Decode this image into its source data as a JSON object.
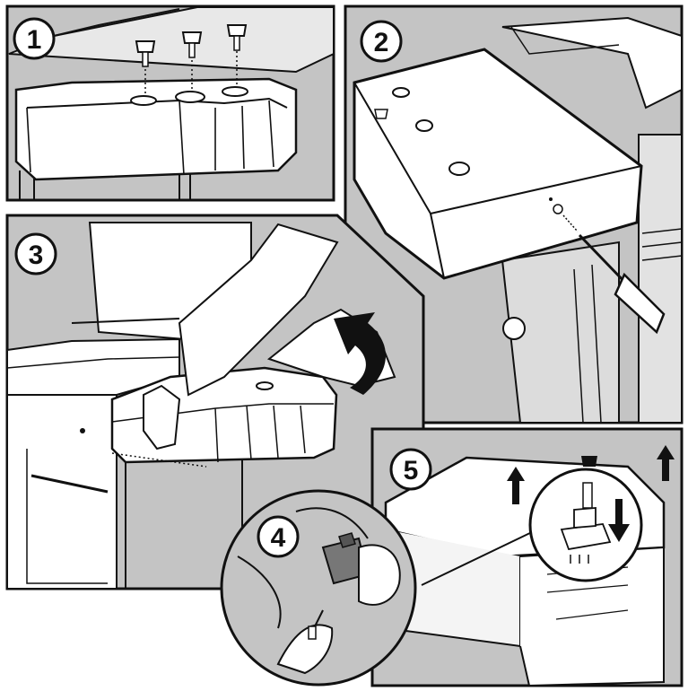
{
  "document": {
    "type": "assembly-instructions",
    "colors": {
      "panel_bg": "#c4c4c4",
      "line": "#111111",
      "part_fill": "#ffffff",
      "arrow": "#111111"
    }
  },
  "steps": [
    {
      "number": "1",
      "icons": [
        "knob-icon",
        "knob-icon",
        "knob-icon"
      ]
    },
    {
      "number": "2",
      "icons": [
        "screwdriver-icon",
        "screw-icon"
      ]
    },
    {
      "number": "3",
      "icons": [
        "lift-arrow-icon"
      ]
    },
    {
      "number": "4",
      "icons": [
        "igniter-module-icon",
        "wire-connector-icon"
      ]
    },
    {
      "number": "5",
      "icons": [
        "up-arrow-icon",
        "up-arrow-icon",
        "down-arrow-icon"
      ]
    }
  ]
}
